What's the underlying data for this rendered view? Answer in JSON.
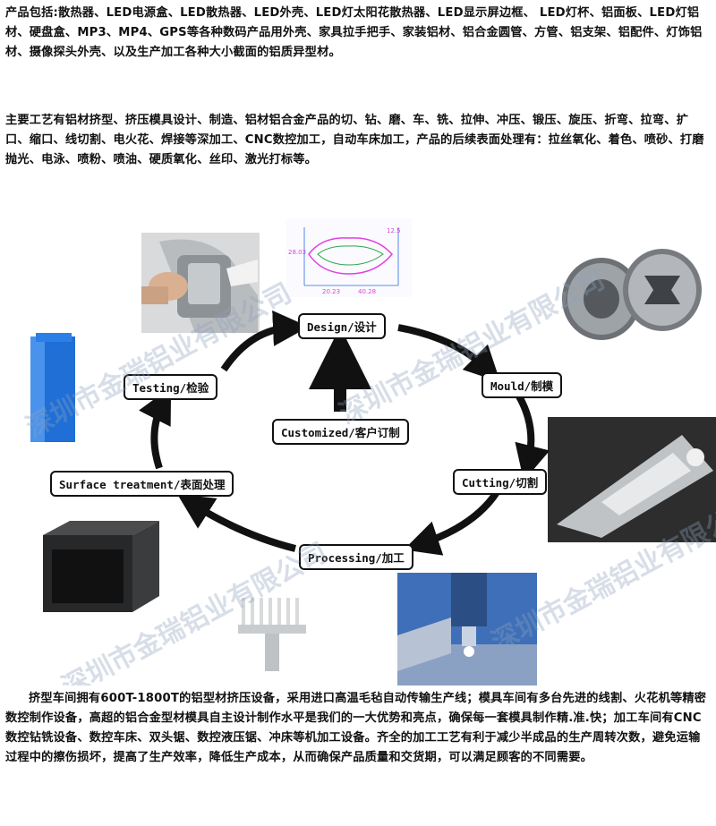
{
  "intro_text": "产品包括:散热器、LED电源盒、LED散热器、LED外壳、LED灯太阳花散热器、LED显示屏边框、 LED灯杯、铝面板、LED灯铝材、硬盘盒、MP3、MP4、GPS等各种数码产品用外壳、家具拉手把手、家装铝材、铝合金圆管、方管、铝支架、铝配件、灯饰铝材、摄像探头外壳、以及生产加工各种大小截面的铝质异型材。",
  "process_text": "主要工艺有铝材挤型、挤压模具设计、制造、铝材铝合金产品的切、钻、磨、车、铣、拉伸、冲压、锻压、旋压、折弯、拉弯、扩口、缩口、线切割、电火花、焊接等深加工、CNC数控加工，自动车床加工，产品的后续表面处理有：拉丝氧化、着色、喷砂、打磨抛光、电泳、喷粉、喷油、硬质氧化、丝印、激光打标等。",
  "workflow": {
    "design": "Design/设计",
    "mould": "Mould/制模",
    "cutting": "Cutting/切割",
    "processing": "Processing/加工",
    "surface": "Surface treatment/表面处理",
    "testing": "Testing/检验",
    "customized": "Customized/客户订制"
  },
  "drawing_dims": [
    "20.23",
    "40.28",
    "28.03",
    "12.5"
  ],
  "watermark": "深圳市金瑞铝业有限公司",
  "bottom_text": "挤型车间拥有600T-1800T的铝型材挤压设备，采用进口高温毛毡自动传输生产线；模具车间有多台先进的线割、火花机等精密数控制作设备，高超的铝合金型材模具自主设计制作水平是我们的一大优势和亮点，确保每一套模具制作精.准.快；加工车间有CNC数控钻铣设备、数控车床、双头锯、数控液压锯、冲床等机加工设备。齐全的加工工艺有利于减少半成品的生产周转次数，避免运输过程中的擦伤损坏，提高了生产效率，降低生产成本，从而确保产品质量和交货期，可以满足顾客的不同需要。",
  "colors": {
    "accent_blue": "#1f6fd6",
    "arrow": "#111111"
  }
}
